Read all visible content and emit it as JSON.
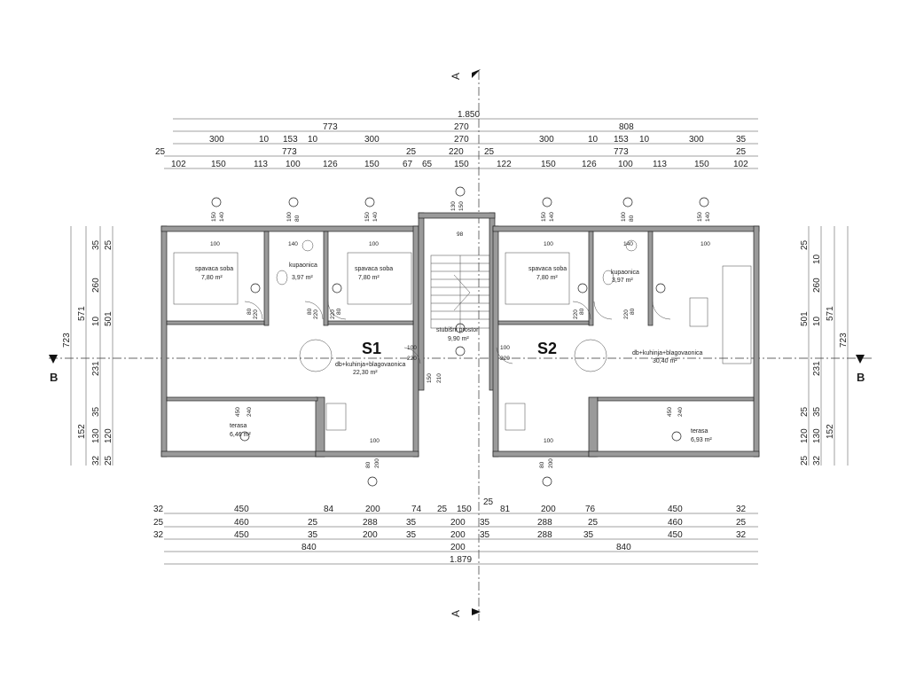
{
  "sections": {
    "a": "A",
    "b": "B"
  },
  "units": {
    "s1": "S1",
    "s2": "S2"
  },
  "rooms": {
    "bedroom": "spavaca soba",
    "bedroom_area": "7,80 m²",
    "bathroom": "kupaonica",
    "bathroom_area": "3,97 m²",
    "living": "db+kuhinja+blagovaonica",
    "living_s1_area": "22,30 m²",
    "living_s2_area": "30,40 m²",
    "terrace": "terasa",
    "terrace_s1_area": "6,46 m²",
    "terrace_s2_area": "6,93 m²",
    "stair": "stubišni prostor",
    "stair_area": "9,90 m²"
  },
  "dims_top": {
    "row1": [
      "1.850"
    ],
    "row2": [
      "773",
      "270",
      "808"
    ],
    "row3": [
      "300",
      "10",
      "153",
      "10",
      "300",
      "270",
      "300",
      "10",
      "153",
      "10",
      "300",
      "35"
    ],
    "row4": [
      "25",
      "773",
      "25",
      "220",
      "25",
      "773",
      "25"
    ],
    "row5": [
      "102",
      "150",
      "113",
      "100",
      "126",
      "150",
      "67",
      "65",
      "150",
      "122",
      "150",
      "126",
      "100",
      "113",
      "150",
      "102"
    ]
  },
  "dims_bottom": {
    "row1": [
      "32",
      "450",
      "84",
      "200",
      "74",
      "25",
      "150",
      "25",
      "81",
      "200",
      "76",
      "450",
      "32"
    ],
    "row2": [
      "25",
      "460",
      "25",
      "288",
      "35",
      "200",
      "35",
      "288",
      "25",
      "460",
      "25"
    ],
    "row3": [
      "32",
      "450",
      "35",
      "200",
      "35",
      "200",
      "35",
      "288",
      "35",
      "450",
      "32"
    ],
    "row4": [
      "840",
      "200",
      "840"
    ],
    "row5": [
      "1.879"
    ]
  },
  "dims_left": {
    "outer": [
      "723"
    ],
    "mid": [
      "571",
      "152"
    ],
    "inner": [
      "35",
      "260",
      "10",
      "501",
      "231",
      "35",
      "130",
      "120",
      "32",
      "25",
      "25"
    ]
  },
  "dims_right": {
    "outer": [
      "723"
    ],
    "mid": [
      "571",
      "152"
    ],
    "inner": [
      "25",
      "10",
      "260",
      "10",
      "501",
      "231",
      "25",
      "35",
      "120",
      "130",
      "25",
      "32"
    ]
  },
  "windows": [
    "150",
    "140",
    "100",
    "80",
    "150",
    "140",
    "130",
    "150",
    "150",
    "140",
    "100",
    "80",
    "150",
    "140",
    "100",
    "140",
    "100",
    "100",
    "140",
    "100",
    "98"
  ],
  "doors": [
    "80",
    "220",
    "80",
    "220",
    "80",
    "220",
    "100",
    "220",
    "100",
    "220",
    "80",
    "220",
    "80",
    "220",
    "150",
    "210",
    "450",
    "240",
    "450",
    "240",
    "80",
    "200",
    "80",
    "200",
    "100",
    "100"
  ]
}
